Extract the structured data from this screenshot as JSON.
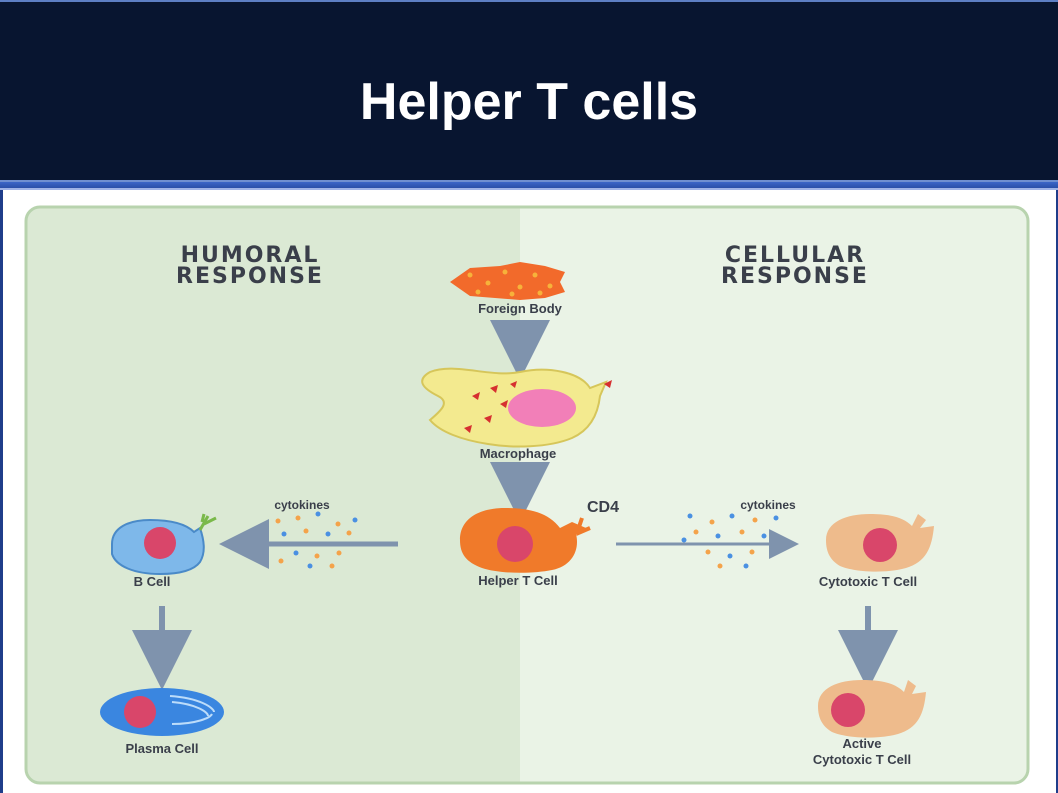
{
  "slide": {
    "title": "Helper T cells"
  },
  "diagram": {
    "humoral_heading": [
      "HUMORAL",
      "RESPONSE"
    ],
    "cellular_heading": [
      "CELLULAR",
      "RESPONSE"
    ],
    "foreign_body_label": "Foreign Body",
    "macrophage_label": "Macrophage",
    "helper_t_label": "Helper T Cell",
    "cd4_label": "CD4",
    "cytokines_left_label": "cytokines",
    "cytokines_right_label": "cytokines",
    "b_cell_label": "B Cell",
    "plasma_cell_label": "Plasma Cell",
    "cytotoxic_label": "Cytotoxic T Cell",
    "active_cytotoxic_label": [
      "Active",
      "Cytotoxic T Cell"
    ]
  },
  "colors": {
    "header_bg": "#081530",
    "humoral_panel": "#dbe9d4",
    "cellular_panel": "#eaf3e6",
    "arrow": "#7f93ad",
    "b_cell": "#7eb8ea",
    "nucleus": "#d9466a",
    "helper_t": "#f07a2a",
    "cytotoxic": "#eebb8c",
    "macrophage": "#f3ea8f",
    "foreign_body": "#f26a2b"
  }
}
